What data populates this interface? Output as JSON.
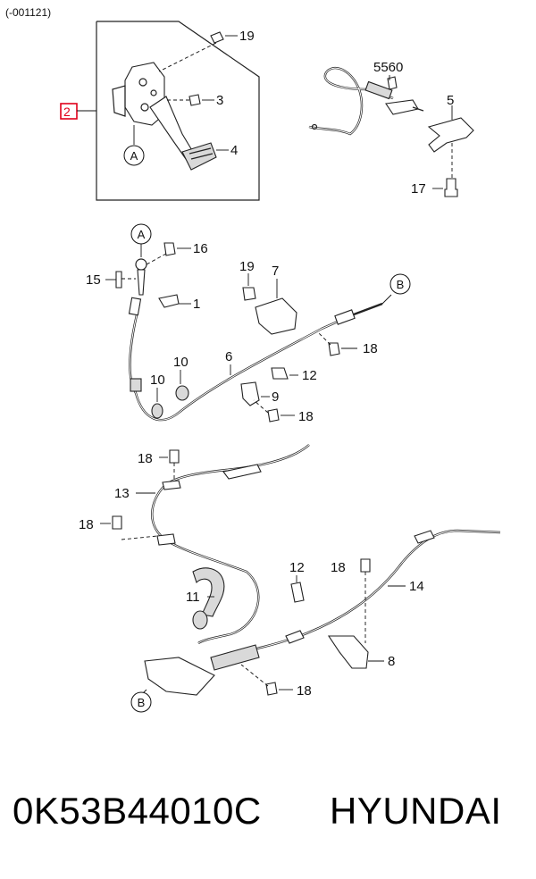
{
  "header": {
    "range_code": "(-001121)"
  },
  "callouts": {
    "highlighted": "2",
    "p19a": "19",
    "p3": "3",
    "p4": "4",
    "p5560": "5560",
    "p5": "5",
    "p17": "17",
    "p16": "16",
    "p15": "15",
    "p1": "1",
    "p19b": "19",
    "p7": "7",
    "p18a": "18",
    "p10a": "10",
    "p10b": "10",
    "p6": "6",
    "p12a": "12",
    "p9": "9",
    "p18b": "18",
    "p18c": "18",
    "p13": "13",
    "p18d": "18",
    "p11": "11",
    "p12b": "12",
    "p18e": "18",
    "p14": "14",
    "p8": "8",
    "p18f": "18"
  },
  "reference_markers": {
    "a_pedal": "A",
    "a_cable": "A",
    "b_front": "B",
    "b_rear": "B"
  },
  "footer": {
    "part_number": "0K53B44010C",
    "brand": "HYUNDAI"
  },
  "colors": {
    "highlight": "#e0001a",
    "ink": "#111111"
  }
}
